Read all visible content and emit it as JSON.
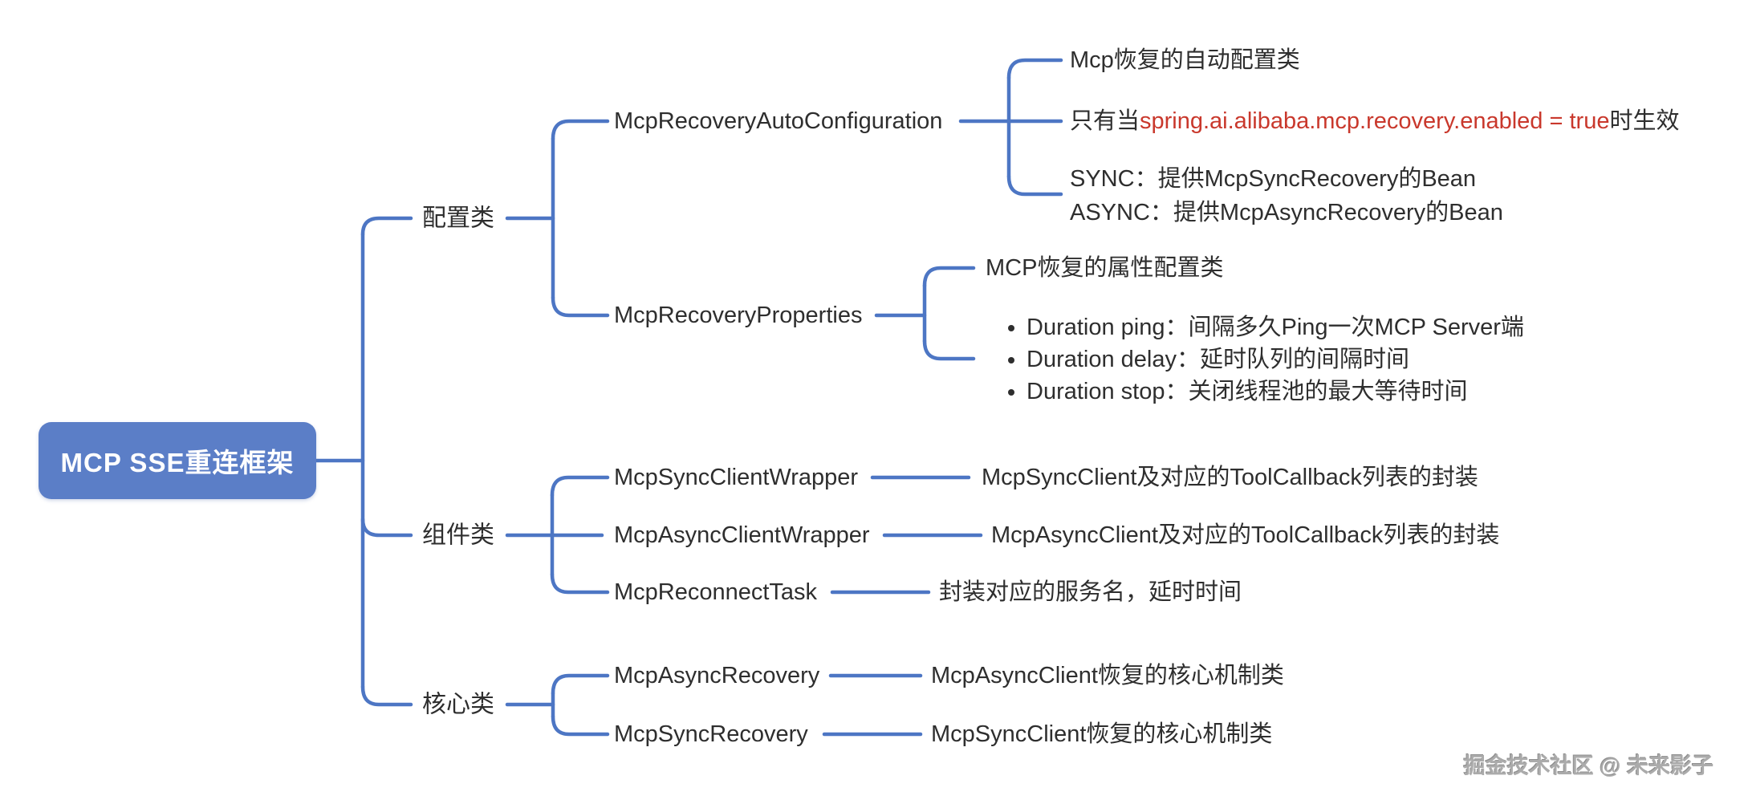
{
  "colors": {
    "line": "#4d76c4",
    "root_bg": "#5b7ec7",
    "root_text": "#ffffff",
    "text": "#2e2e2e",
    "highlight": "#c9382c",
    "watermark": "#9d9d9d"
  },
  "root": {
    "label": "MCP SSE重连框架"
  },
  "branches": [
    {
      "label": "配置类",
      "children": [
        {
          "label": "McpRecoveryAutoConfiguration",
          "leaves": {
            "auto_config": "Mcp恢复的自动配置类",
            "enabled_prefix": "只有当",
            "enabled_property": "spring.ai.alibaba.mcp.recovery.enabled = true",
            "enabled_suffix": "时生效",
            "sync_bean": "SYNC：提供McpSyncRecovery的Bean",
            "async_bean": "ASYNC：提供McpAsyncRecovery的Bean"
          }
        },
        {
          "label": "McpRecoveryProperties",
          "leaves": {
            "prop_config": "MCP恢复的属性配置类",
            "bullets": [
              "Duration ping：间隔多久Ping一次MCP Server端",
              "Duration delay：延时队列的间隔时间",
              "Duration stop：关闭线程池的最大等待时间"
            ]
          }
        }
      ]
    },
    {
      "label": "组件类",
      "children": [
        {
          "label": "McpSyncClientWrapper",
          "leaf": "McpSyncClient及对应的ToolCallback列表的封装"
        },
        {
          "label": "McpAsyncClientWrapper",
          "leaf": "McpAsyncClient及对应的ToolCallback列表的封装"
        },
        {
          "label": "McpReconnectTask",
          "leaf": "封装对应的服务名，延时时间"
        }
      ]
    },
    {
      "label": "核心类",
      "children": [
        {
          "label": "McpAsyncRecovery",
          "leaf": "McpAsyncClient恢复的核心机制类"
        },
        {
          "label": "McpSyncRecovery",
          "leaf": "McpSyncClient恢复的核心机制类"
        }
      ]
    }
  ],
  "watermark": "掘金技术社区 @ 未来影子"
}
